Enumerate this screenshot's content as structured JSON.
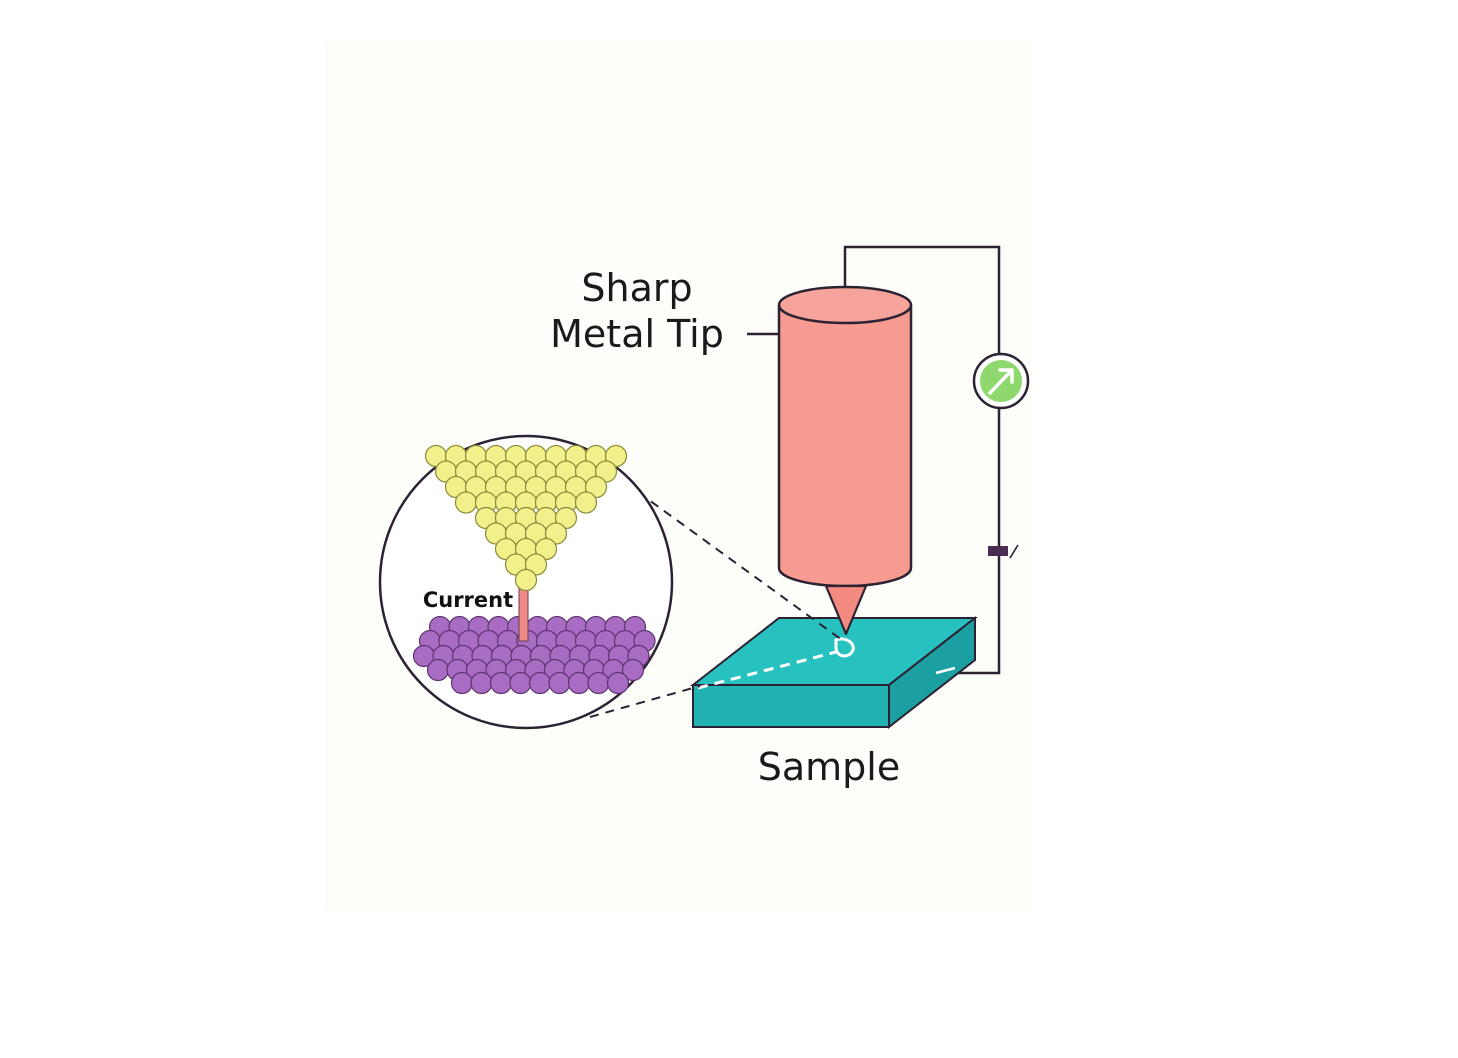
{
  "diagram": {
    "labels": {
      "tip_line1": "Sharp",
      "tip_line2": "Metal Tip",
      "sample": "Sample",
      "current": "Current"
    },
    "colors": {
      "page_background": "#ffffff",
      "panel_background": "#fdfdf9",
      "tip_body": "#f79a90",
      "tip_body_shade": "#f38a80",
      "sample_top": "#27c2c0",
      "sample_front": "#22b2b2",
      "sample_side": "#1c9fa0",
      "tip_atoms": "#f1f08a",
      "sample_atoms": "#a86cc2",
      "current_bar": "#f08a86",
      "meter_ring": "#ffffff",
      "meter_fill": "#8ed86e",
      "outline": "#2c2233",
      "wire": "#2c2233"
    },
    "icons": {
      "meter": "ammeter-arrow-icon",
      "battery": "battery-icon"
    }
  }
}
